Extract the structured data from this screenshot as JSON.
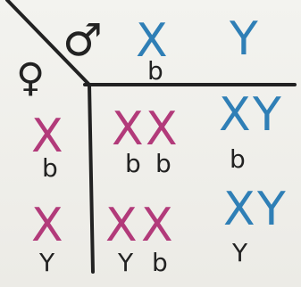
{
  "symbols": {
    "male": "♂",
    "female": "♀"
  },
  "header": {
    "col1": {
      "chromosome": "X",
      "allele": "b"
    },
    "col2": {
      "chromosome": "Y",
      "allele": ""
    }
  },
  "rows": [
    {
      "label": {
        "chromosome": "X",
        "allele": "b"
      },
      "cells": [
        {
          "chromosomes": [
            "X",
            "X"
          ],
          "alleles": [
            "b",
            "b"
          ]
        },
        {
          "chromosomes": [
            "X",
            "Y"
          ],
          "alleles": [
            "b",
            ""
          ]
        }
      ]
    },
    {
      "label": {
        "chromosome": "X",
        "allele": "Y"
      },
      "cells": [
        {
          "chromosomes": [
            "X",
            "X"
          ],
          "alleles": [
            "Y",
            "b"
          ]
        },
        {
          "chromosomes": [
            "X",
            "Y"
          ],
          "alleles": [
            "Y",
            ""
          ]
        }
      ]
    }
  ],
  "colors": {
    "female": "#b23a7a",
    "male": "#2f7fb6",
    "lines": "#222222"
  }
}
